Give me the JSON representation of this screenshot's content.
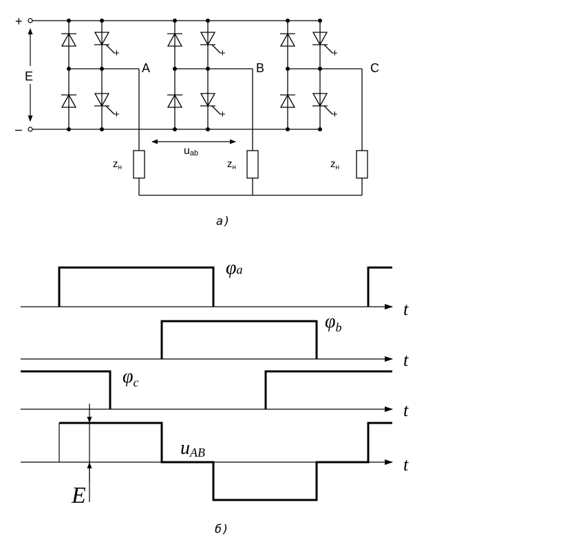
{
  "circuit": {
    "plus_sign": "+",
    "minus_sign": "–",
    "source_label": "E",
    "phase_a": "A",
    "phase_b": "B",
    "phase_c": "C",
    "voltage_main": "u",
    "voltage_sub": "ab",
    "load_main": "z",
    "load_sub": "н",
    "gate_sign": "+",
    "caption": "а)"
  },
  "waveforms": {
    "phi_main": "φ",
    "phi_a_sub": "a",
    "phi_b_sub": "b",
    "phi_c_sub": "c",
    "uab_main": "u",
    "uab_sub": "AB",
    "time_label": "t",
    "amplitude_label": "E",
    "caption": "б)"
  }
}
